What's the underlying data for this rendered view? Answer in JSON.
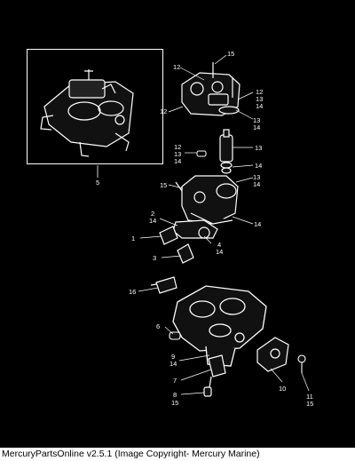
{
  "caption": "MercuryPartsOnline v2.5.1 (Image Copyright- Mercury Marine)",
  "inset": {
    "callout": "5"
  },
  "callouts": {
    "c15a": "15",
    "c12a": "12",
    "c12b": "12",
    "c13a": "13",
    "c14a": "14",
    "c12c": "12",
    "c13b": "13",
    "c14b": "14",
    "c13c": "13",
    "c12d": "12",
    "c13d": "13",
    "c14c": "14",
    "c14d": "14",
    "c13e": "13",
    "c14e": "14",
    "c15b": "15",
    "c2": "2",
    "c14f": "14",
    "c14g": "14",
    "c1": "1",
    "c4": "4",
    "c14h": "14",
    "c3": "3",
    "c16": "16",
    "c6": "6",
    "c9": "9",
    "c14i": "14",
    "c7": "7",
    "c8": "8",
    "c15c": "15",
    "c10": "10",
    "c11": "11",
    "c15d": "15"
  },
  "colors": {
    "background": "#000000",
    "line": "#ffffff",
    "caption": "#000000"
  }
}
